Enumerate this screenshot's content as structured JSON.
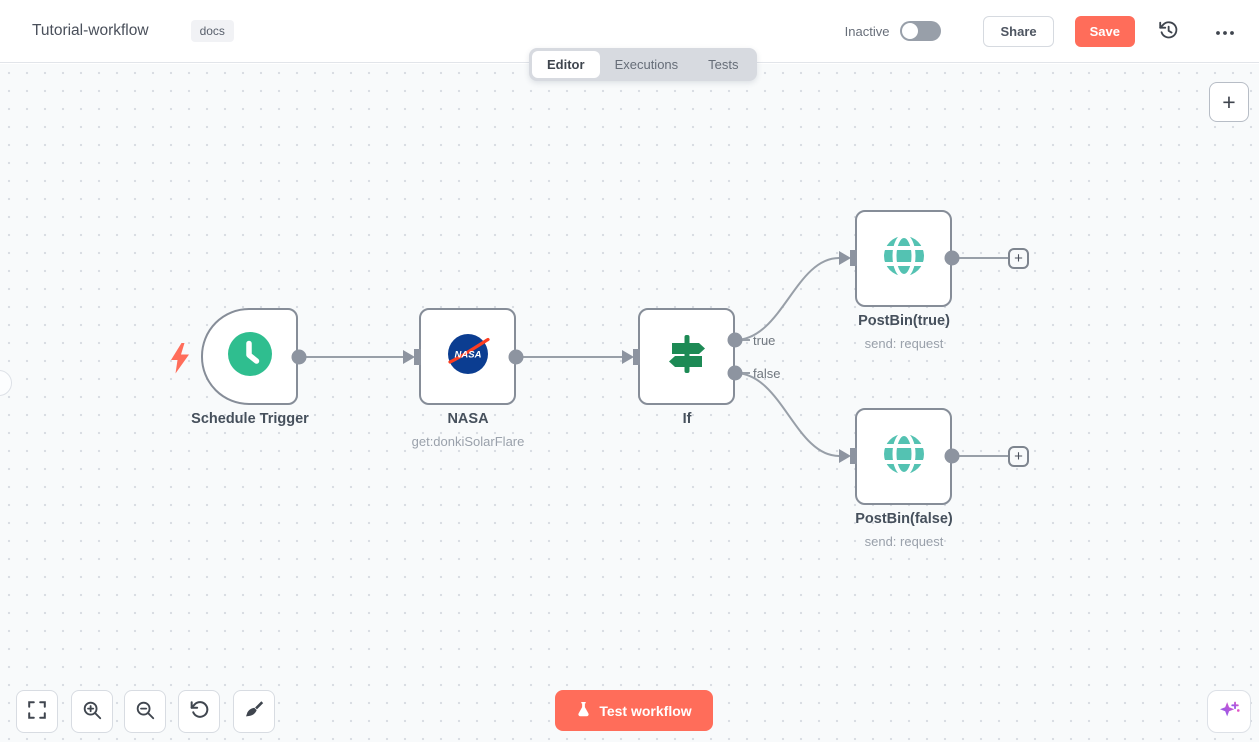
{
  "header": {
    "title": "Tutorial-workflow",
    "tag": "docs",
    "status_label": "Inactive",
    "share_button": "Share",
    "save_button": "Save"
  },
  "tabs": {
    "editor": "Editor",
    "executions": "Executions",
    "tests": "Tests"
  },
  "workflow": {
    "nodes": {
      "schedule_trigger": {
        "label": "Schedule Trigger"
      },
      "nasa": {
        "label": "NASA",
        "subtitle": "get:donkiSolarFlare"
      },
      "if": {
        "label": "If",
        "output_true": "true",
        "output_false": "false"
      },
      "postbin_true": {
        "label": "PostBin(true)",
        "subtitle": "send: request"
      },
      "postbin_false": {
        "label": "PostBin(false)",
        "subtitle": "send: request"
      }
    }
  },
  "footer": {
    "test_button": "Test workflow"
  },
  "icons": {
    "plus": "+",
    "add_node": "+"
  },
  "colors": {
    "accent": "#ff6d5a",
    "trigger_icon_green": "#2fbe8f",
    "http_icon_teal": "#54c2b2",
    "if_icon_green": "#1d8a55",
    "nasa_blue": "#0b3d91",
    "nasa_red": "#fc3d21",
    "connector_gray": "#8d94a0"
  }
}
